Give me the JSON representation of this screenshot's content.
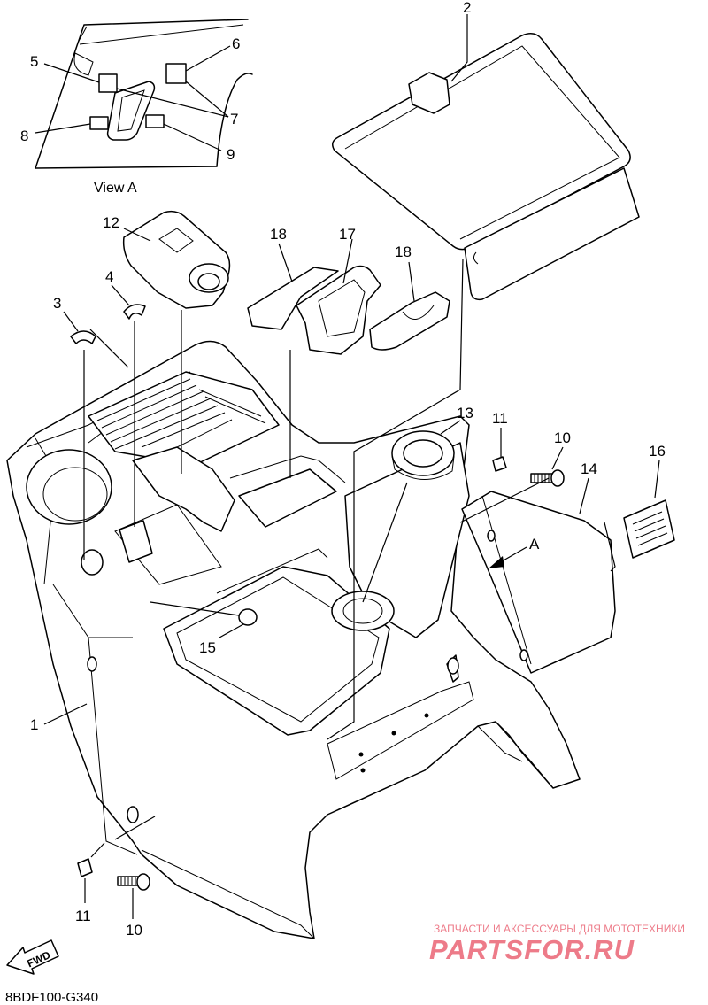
{
  "diagram": {
    "code": "8BDF100-G340",
    "view_label": "View A",
    "view_marker": "A",
    "fwd_label": "FWD",
    "watermark": {
      "caption": "ЗАПЧАСТИ И АКСЕССУАРЫ ДЛЯ МОТОТЕХНИКИ",
      "logo": "PARTSFOR.RU",
      "brand_color": "#e0102a"
    },
    "callouts": [
      {
        "id": "c2",
        "text": "2"
      },
      {
        "id": "c5",
        "text": "5"
      },
      {
        "id": "c6",
        "text": "6"
      },
      {
        "id": "c7",
        "text": "7"
      },
      {
        "id": "c8",
        "text": "8"
      },
      {
        "id": "c9",
        "text": "9"
      },
      {
        "id": "c12",
        "text": "12"
      },
      {
        "id": "c18a",
        "text": "18"
      },
      {
        "id": "c17",
        "text": "17"
      },
      {
        "id": "c18b",
        "text": "18"
      },
      {
        "id": "c4",
        "text": "4"
      },
      {
        "id": "c3",
        "text": "3"
      },
      {
        "id": "c13",
        "text": "13"
      },
      {
        "id": "c11a",
        "text": "11"
      },
      {
        "id": "c10a",
        "text": "10"
      },
      {
        "id": "c16",
        "text": "16"
      },
      {
        "id": "c14",
        "text": "14"
      },
      {
        "id": "c15",
        "text": "15"
      },
      {
        "id": "c1",
        "text": "1"
      },
      {
        "id": "c11b",
        "text": "11"
      },
      {
        "id": "c10b",
        "text": "10"
      }
    ]
  }
}
